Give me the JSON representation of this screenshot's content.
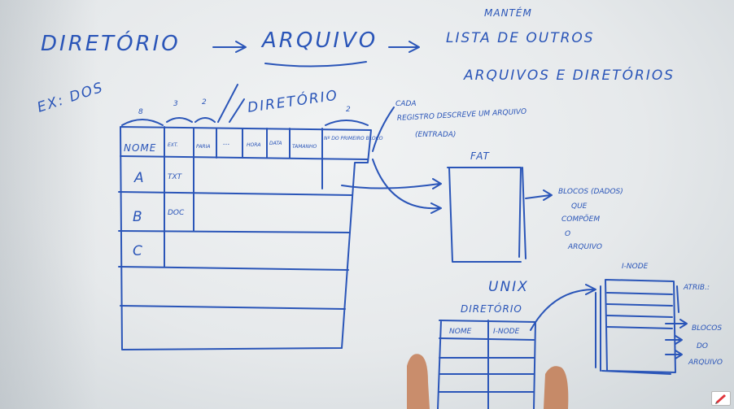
{
  "title": {
    "word1": "DIRETÓRIO",
    "word2": "ARQUIVO",
    "maintains": "MANTÉM",
    "line1": "LISTA DE OUTROS",
    "line2": "ARQUIVOS E DIRETÓRIOS"
  },
  "example": "EX: DOS",
  "dos_table": {
    "label": "DIRETÓRIO",
    "top_numbers": [
      "8",
      "3",
      "2",
      "2"
    ],
    "headers": [
      "NOME",
      "EXT.",
      "PARIA",
      "...",
      "HORA",
      "DATA",
      "TAMANHO",
      "Nº DO PRIMEIRO BLOCO"
    ],
    "rows": [
      [
        "A",
        "TXT"
      ],
      [
        "B",
        "DOC"
      ],
      [
        "C"
      ]
    ]
  },
  "note": {
    "line1": "CADA",
    "line2": "REGISTRO DESCREVE UM ARQUIVO",
    "line3": "(ENTRADA)"
  },
  "fat": {
    "label": "FAT",
    "desc": [
      "BLOCOS (DADOS)",
      "QUE",
      "COMPÕEM",
      "O",
      "ARQUIVO"
    ]
  },
  "unix": {
    "label": "UNIX",
    "dir_label": "DIRETÓRIO",
    "headers": [
      "NOME",
      "I-NODE"
    ],
    "inode_label": "I-NODE",
    "attrs": "ATRIB.:",
    "blocks": [
      "BLOCOS",
      "DO",
      "ARQUIVO"
    ]
  },
  "icons": [
    "pen-icon"
  ]
}
